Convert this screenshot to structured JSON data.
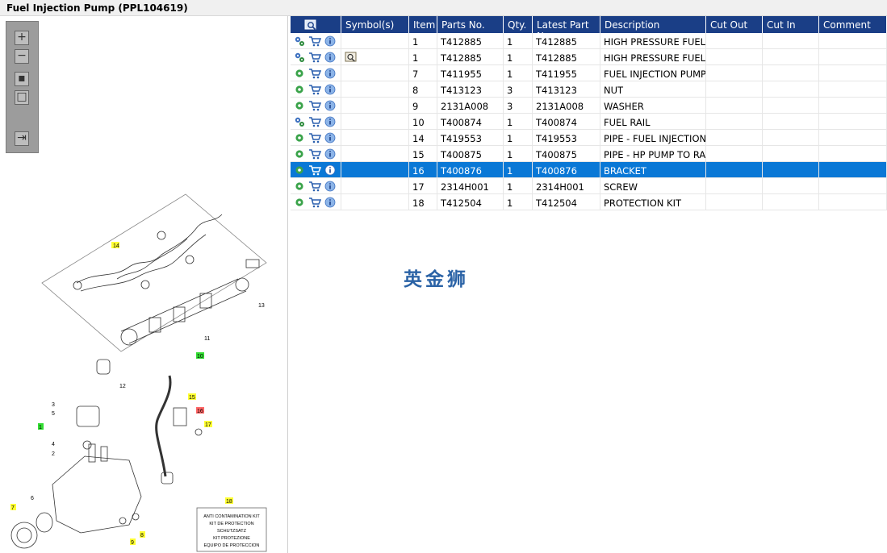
{
  "window": {
    "title": "Fuel Injection Pump (PPL104619)"
  },
  "toolbox": {
    "tools": [
      "zoom-in",
      "zoom-out",
      "fit-view",
      "actual-size",
      "export"
    ]
  },
  "grid": {
    "headers": [
      "",
      "Symbol(s)",
      "Item",
      "Parts No.",
      "Qty.",
      "Latest Part No.",
      "Description",
      "Cut Out",
      "Cut In",
      "Comment"
    ],
    "rows": [
      {
        "item": "1",
        "part": "T412885",
        "qty": "1",
        "latest": "T412885",
        "desc": "HIGH PRESSURE FUEL PU",
        "symbol": "",
        "type": "sub"
      },
      {
        "item": "1",
        "part": "T412885",
        "qty": "1",
        "latest": "T412885",
        "desc": "HIGH PRESSURE FUEL PU",
        "symbol": "reman",
        "type": "sub"
      },
      {
        "item": "7",
        "part": "T411955",
        "qty": "1",
        "latest": "T411955",
        "desc": "FUEL INJECTION PUMP G",
        "symbol": "",
        "type": "single"
      },
      {
        "item": "8",
        "part": "T413123",
        "qty": "3",
        "latest": "T413123",
        "desc": "NUT",
        "symbol": "",
        "type": "single"
      },
      {
        "item": "9",
        "part": "2131A008",
        "qty": "3",
        "latest": "2131A008",
        "desc": "WASHER",
        "symbol": "",
        "type": "single"
      },
      {
        "item": "10",
        "part": "T400874",
        "qty": "1",
        "latest": "T400874",
        "desc": "FUEL RAIL",
        "symbol": "",
        "type": "sub"
      },
      {
        "item": "14",
        "part": "T419553",
        "qty": "1",
        "latest": "T419553",
        "desc": "PIPE - FUEL INJECTION",
        "symbol": "",
        "type": "single"
      },
      {
        "item": "15",
        "part": "T400875",
        "qty": "1",
        "latest": "T400875",
        "desc": "PIPE - HP PUMP TO RAIL",
        "symbol": "",
        "type": "single"
      },
      {
        "item": "16",
        "part": "T400876",
        "qty": "1",
        "latest": "T400876",
        "desc": "BRACKET",
        "symbol": "",
        "type": "single",
        "selected": true
      },
      {
        "item": "17",
        "part": "2314H001",
        "qty": "1",
        "latest": "2314H001",
        "desc": "SCREW",
        "symbol": "",
        "type": "single"
      },
      {
        "item": "18",
        "part": "T412504",
        "qty": "1",
        "latest": "T412504",
        "desc": "PROTECTION KIT",
        "symbol": "",
        "type": "single"
      }
    ]
  },
  "watermark": "英金狮",
  "diagram": {
    "callouts": [
      "14",
      "13",
      "11",
      "10",
      "12",
      "15",
      "16",
      "17",
      "3",
      "5",
      "1",
      "4",
      "2",
      "6",
      "7",
      "8",
      "9",
      "18"
    ],
    "kit_label": [
      "ANTI CONTAMINATION KIT",
      "KIT DE PROTECTION",
      "SCHUTZSATZ",
      "KIT PROTEZIONE",
      "EQUIPO DE PROTECCION"
    ]
  },
  "colors": {
    "header": "#1a3e86",
    "selected": "#0a78d6",
    "callout_yellow": "#ffff33",
    "callout_green": "#33dd33",
    "callout_red": "#ff6666"
  }
}
